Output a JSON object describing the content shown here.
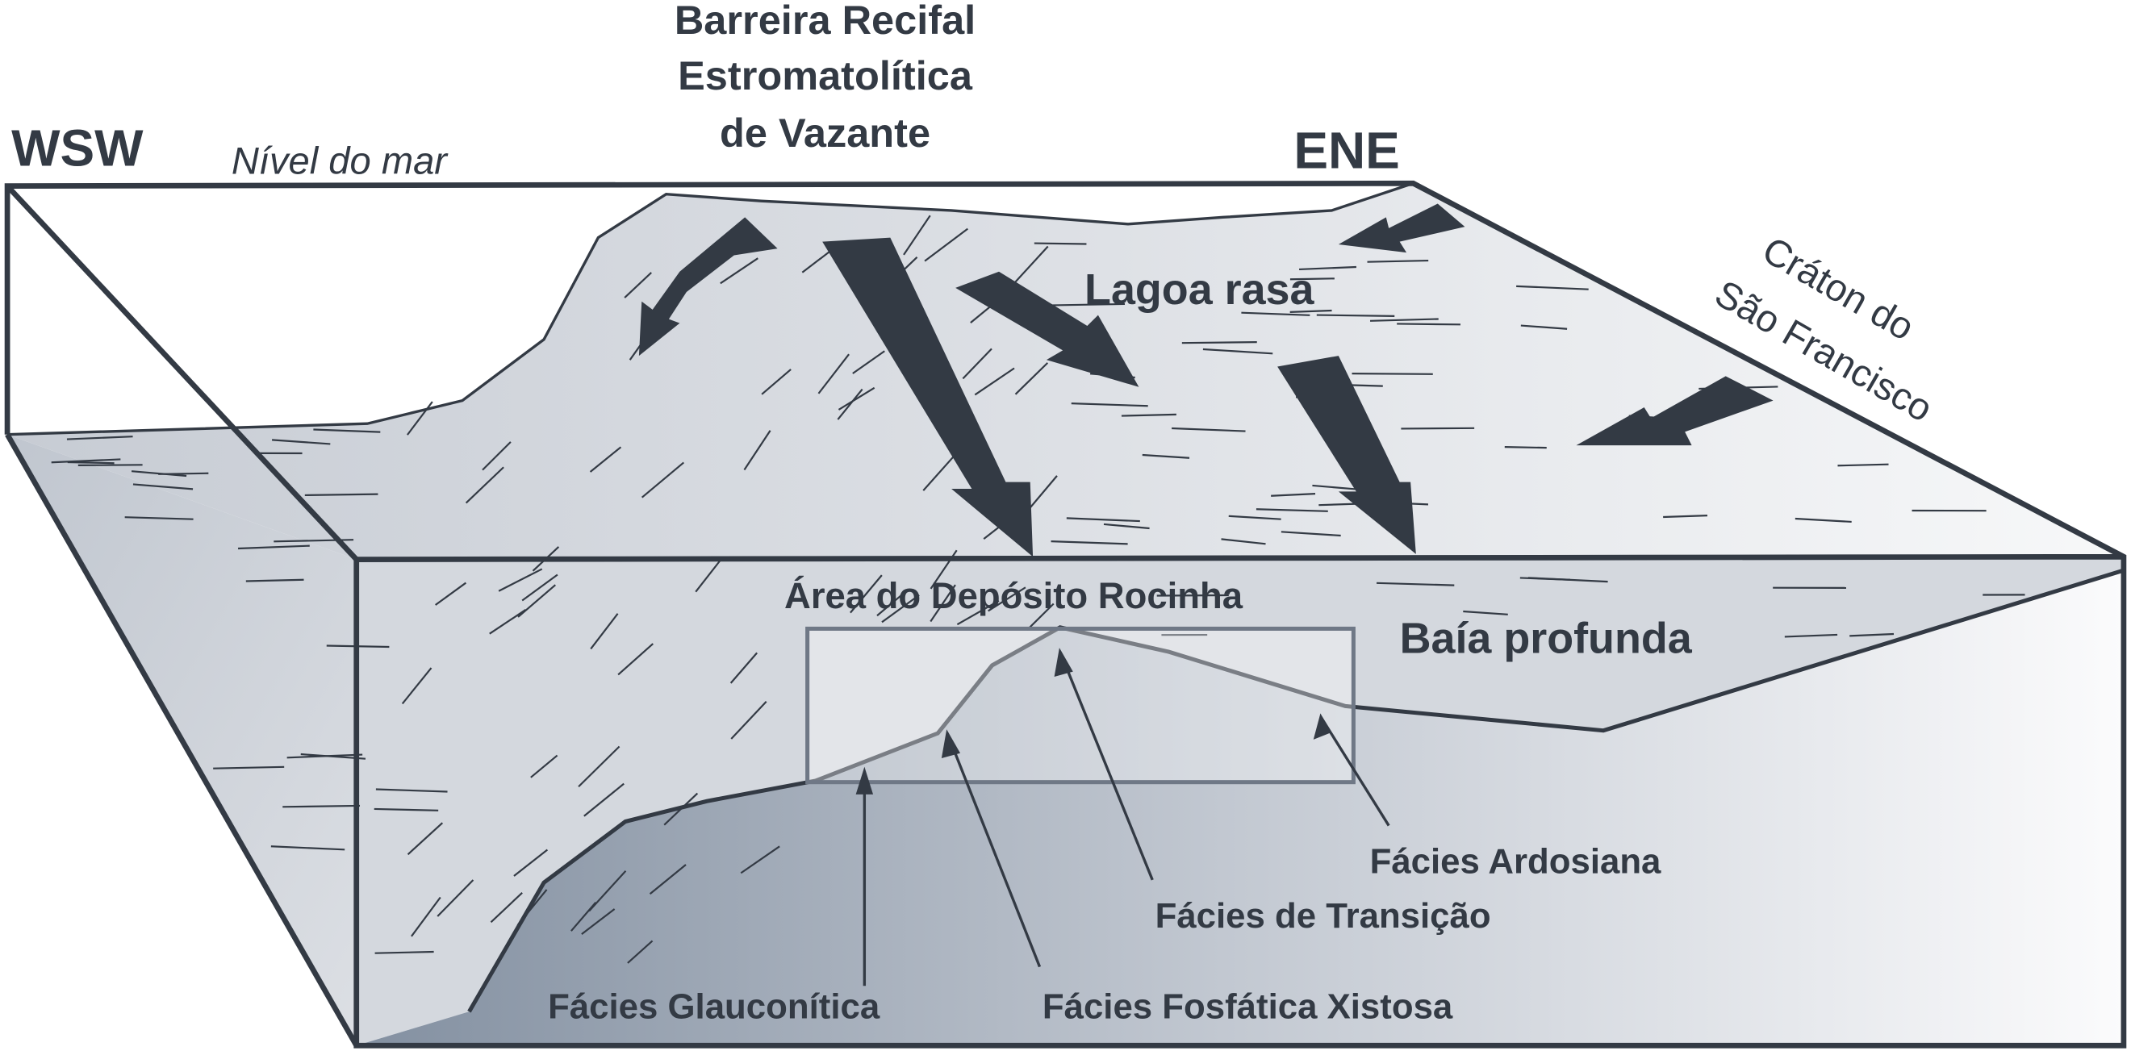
{
  "labels": {
    "wsw": "WSW",
    "ene": "ENE",
    "sea_level": "Nível do mar",
    "reef_line1": "Barreira Recifal",
    "reef_line2": "Estromatolítica",
    "reef_line3": "de Vazante",
    "lagoon": "Lagoa rasa",
    "craton_line1": "Cráton do",
    "craton_line2": "São Francisco",
    "deposit_area": "Área do Depósito Rocinha",
    "deep_bay": "Baía profunda",
    "facies_ardosiana": "Fácies Ardosiana",
    "facies_transicao": "Fácies de Transição",
    "facies_glauconitica": "Fácies Glauconítica",
    "facies_fosfatica": "Fácies Fosfática Xistosa"
  },
  "colors": {
    "ink": "#333a44",
    "surface": "#dfe2e7",
    "deep": "#8e99a8"
  }
}
